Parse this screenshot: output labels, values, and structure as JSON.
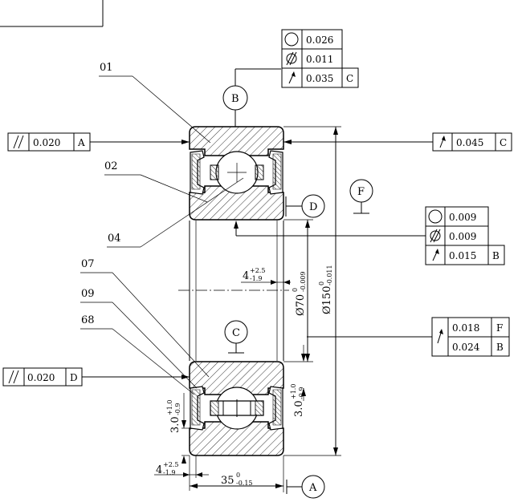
{
  "parts": [
    "01",
    "02",
    "04",
    "07",
    "09",
    "68"
  ],
  "datums": {
    "a": "A",
    "b": "B",
    "c": "C",
    "d": "D",
    "f": "F"
  },
  "fcf_top": {
    "roundness_value": "0.026",
    "cylindricity_value": "0.011",
    "runout_value": "0.035",
    "runout_datum": "C"
  },
  "fcf_left_top": {
    "parallel_value": "0.020",
    "datum": "A"
  },
  "fcf_right_top": {
    "runout_value": "0.045",
    "datum": "C"
  },
  "fcf_right_mid": {
    "roundness_value": "0.009",
    "cylindricity_value": "0.009",
    "runout_value": "0.015",
    "runout_datum": "B"
  },
  "fcf_right_low": {
    "value_1": "0.018",
    "datum_1": "F",
    "value_2": "0.024",
    "datum_2": "B"
  },
  "fcf_left_low": {
    "parallel_value": "0.020",
    "datum": "D"
  },
  "dims": {
    "bore_main": "Ø70",
    "bore_upper": "0",
    "bore_lower": "-0.009",
    "od_main": "Ø150",
    "od_upper": "0",
    "od_lower": "-0.011",
    "width_main": "35",
    "width_upper": "0",
    "width_lower": "-0.15",
    "seal_offset_main": "4",
    "seal_offset_upper": "+2.5",
    "seal_offset_lower": "-1.9",
    "chamfer_main": "3.0",
    "chamfer_upper": "+1.0",
    "chamfer_lower": "-0.9"
  },
  "icons": {
    "roundness": "circle-icon",
    "cylindricity": "cylindricity-icon",
    "parallelism": "parallelism-icon",
    "runout": "runout-arrow-icon"
  }
}
